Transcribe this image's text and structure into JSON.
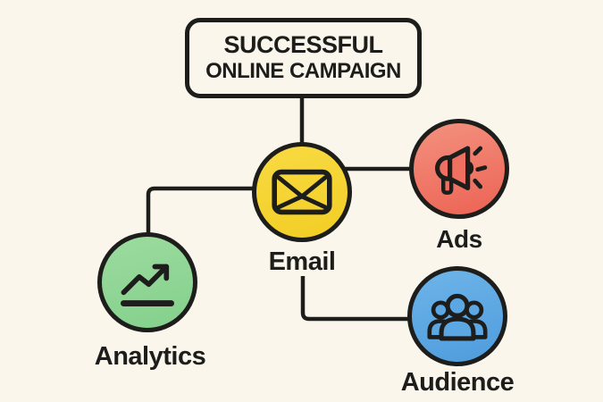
{
  "background_color": "#faf6ec",
  "ink_color": "#1d1d1b",
  "title": {
    "line1": "SUCCESSFUL",
    "line2": "ONLINE CAMPAIGN"
  },
  "nodes": {
    "email": {
      "label": "Email",
      "color": "#f5d232",
      "icon": "envelope-icon"
    },
    "ads": {
      "label": "Ads",
      "color": "#ef7061",
      "icon": "megaphone-icon"
    },
    "analytics": {
      "label": "Analytics",
      "color": "#8fd594",
      "icon": "line-chart-icon"
    },
    "audience": {
      "label": "Audience",
      "color": "#5ba7e3",
      "icon": "people-group-icon"
    }
  },
  "connections": [
    {
      "from": "title",
      "to": "email"
    },
    {
      "from": "email",
      "to": "ads"
    },
    {
      "from": "email",
      "to": "analytics"
    },
    {
      "from": "email",
      "to": "audience"
    }
  ]
}
